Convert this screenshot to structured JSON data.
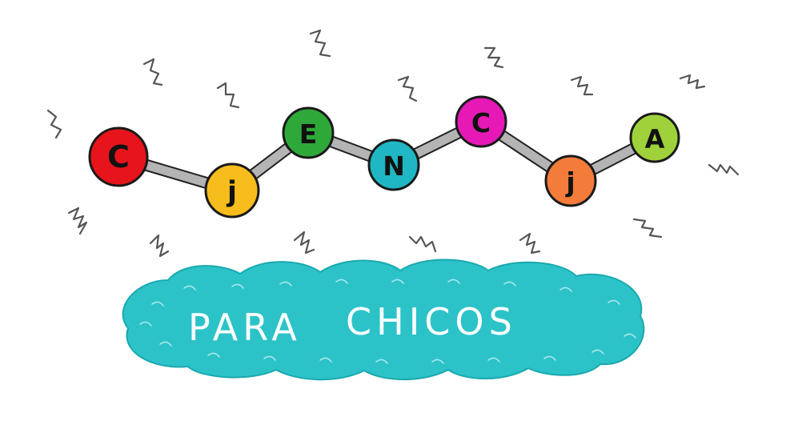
{
  "molecule": {
    "atoms": [
      {
        "letter": "C",
        "color": "#e8141b"
      },
      {
        "letter": "j",
        "color": "#f7bd1c"
      },
      {
        "letter": "E",
        "color": "#2fa83a"
      },
      {
        "letter": "N",
        "color": "#1fb7c4"
      },
      {
        "letter": "C",
        "color": "#e619b7"
      },
      {
        "letter": "j",
        "color": "#f37c3a"
      },
      {
        "letter": "A",
        "color": "#9fd23a"
      }
    ]
  },
  "cloud": {
    "words": [
      "PARA",
      "CHICOS"
    ],
    "color": "#2cc3c8",
    "text_color": "#ffffff"
  },
  "bond_color": "#b4b4b4",
  "vibration_color": "#555555"
}
